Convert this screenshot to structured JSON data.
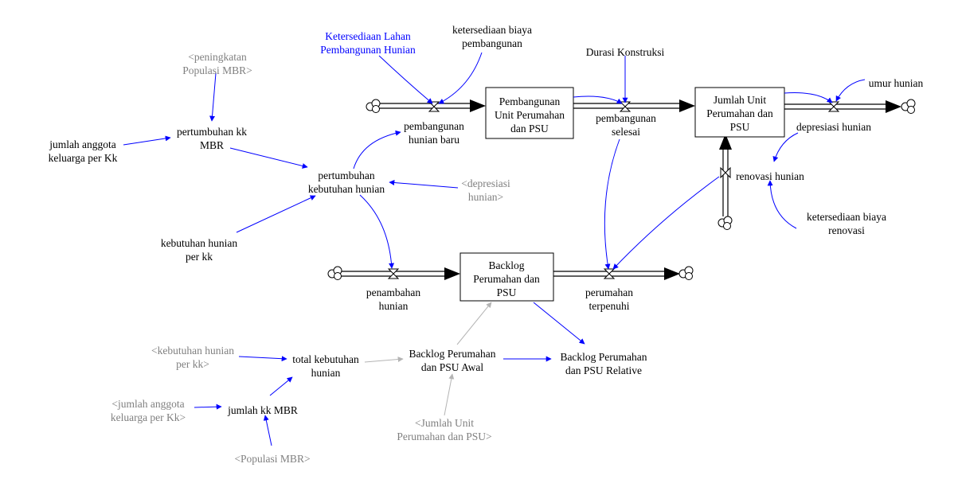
{
  "colors": {
    "normal": "#000000",
    "shadow": "#808080",
    "input": "#0000ff",
    "link": "#0000ff",
    "shadow_link": "#b4b4b4"
  },
  "stocks": [
    {
      "id": "pembangunan_unit",
      "lines": [
        "Pembangunan",
        "Unit Perumahan",
        "dan PSU"
      ]
    },
    {
      "id": "jumlah_unit",
      "lines": [
        "Jumlah Unit",
        "Perumahan dan",
        "PSU"
      ]
    },
    {
      "id": "backlog",
      "lines": [
        "Backlog",
        "Perumahan dan",
        "PSU"
      ]
    }
  ],
  "flows": [
    {
      "id": "pembangunan_hunian_baru",
      "lines": [
        "pembangunan",
        "hunian baru"
      ]
    },
    {
      "id": "pembangunan_selesai",
      "lines": [
        "pembangunan",
        "selesai"
      ]
    },
    {
      "id": "depresiasi_hunian",
      "lines": [
        "depresiasi hunian"
      ]
    },
    {
      "id": "renovasi_hunian",
      "lines": [
        "renovasi hunian"
      ]
    },
    {
      "id": "penambahan_hunian",
      "lines": [
        "penambahan",
        "hunian"
      ]
    },
    {
      "id": "perumahan_terpenuhi",
      "lines": [
        "perumahan",
        "terpenuhi"
      ]
    }
  ],
  "variables": [
    {
      "id": "ketersediaan_lahan",
      "lines": [
        "Ketersediaan Lahan",
        "Pembangunan Hunian"
      ],
      "style": "input"
    },
    {
      "id": "ketersediaan_biaya_pembangunan",
      "lines": [
        "ketersediaan biaya",
        "pembangunan"
      ],
      "style": "normal"
    },
    {
      "id": "durasi_konstruksi",
      "lines": [
        "Durasi Konstruksi"
      ],
      "style": "normal"
    },
    {
      "id": "umur_hunian",
      "lines": [
        "umur hunian"
      ],
      "style": "normal"
    },
    {
      "id": "ketersediaan_biaya_renovasi",
      "lines": [
        "ketersediaan biaya",
        "renovasi"
      ],
      "style": "normal"
    },
    {
      "id": "peningkatan_populasi",
      "lines": [
        "<peningkatan",
        "Populasi MBR>"
      ],
      "style": "shadow"
    },
    {
      "id": "pertumbuhan_kk",
      "lines": [
        "pertumbuhan kk",
        "MBR"
      ],
      "style": "normal"
    },
    {
      "id": "jumlah_anggota",
      "lines": [
        "jumlah anggota",
        "keluarga per Kk"
      ],
      "style": "normal"
    },
    {
      "id": "pertumbuhan_kebutuhan",
      "lines": [
        "pertumbuhan",
        "kebutuhan hunian"
      ],
      "style": "normal"
    },
    {
      "id": "depresiasi_shadow",
      "lines": [
        "<depresiasi",
        "hunian>"
      ],
      "style": "shadow"
    },
    {
      "id": "kebutuhan_hunian_per_kk",
      "lines": [
        "kebutuhan hunian",
        "per kk"
      ],
      "style": "normal"
    },
    {
      "id": "kebutuhan_shadow",
      "lines": [
        "<kebutuhan hunian",
        "per kk>"
      ],
      "style": "shadow"
    },
    {
      "id": "total_kebutuhan",
      "lines": [
        "total kebutuhan",
        "hunian"
      ],
      "style": "normal"
    },
    {
      "id": "backlog_awal",
      "lines": [
        "Backlog Perumahan",
        "dan PSU Awal"
      ],
      "style": "normal"
    },
    {
      "id": "backlog_relative",
      "lines": [
        "Backlog Perumahan",
        "dan PSU Relative"
      ],
      "style": "normal"
    },
    {
      "id": "jumlah_anggota_shadow",
      "lines": [
        "<jumlah anggota",
        "keluarga per Kk>"
      ],
      "style": "shadow"
    },
    {
      "id": "jumlah_kk",
      "lines": [
        "jumlah kk MBR"
      ],
      "style": "normal"
    },
    {
      "id": "jumlah_unit_shadow",
      "lines": [
        "<Jumlah Unit",
        "Perumahan dan PSU>"
      ],
      "style": "shadow"
    },
    {
      "id": "populasi_shadow",
      "lines": [
        "<Populasi MBR>"
      ],
      "style": "shadow"
    }
  ]
}
